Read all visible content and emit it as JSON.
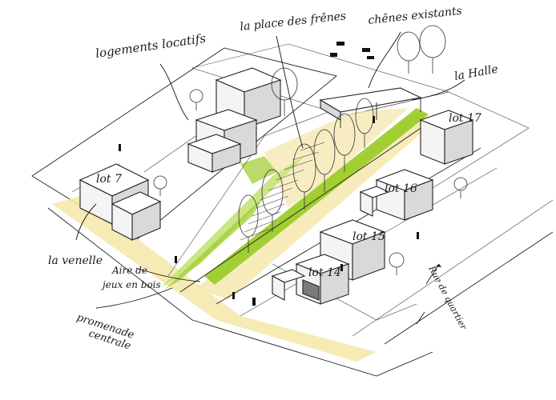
{
  "labels": {
    "logements": "logements locatifs",
    "place": "la place des frênes",
    "chenes": "chênes existants",
    "halle": "la Halle",
    "lot17": "lot 17",
    "lot7": "lot 7",
    "lot16": "lot 16",
    "lot15": "lot 15",
    "lot14": "lot 14",
    "venelle": "la venelle",
    "aire_line1": "Aire de",
    "aire_line2": "jeux en bois",
    "promenade_line1": "promenade",
    "promenade_line2": "centrale",
    "rue": "Rue de quartier"
  },
  "colors": {
    "green": "#9ccc2a",
    "green_light": "#c6e27a",
    "yellow": "#f5e6a8",
    "ink": "#1a1a1a"
  }
}
